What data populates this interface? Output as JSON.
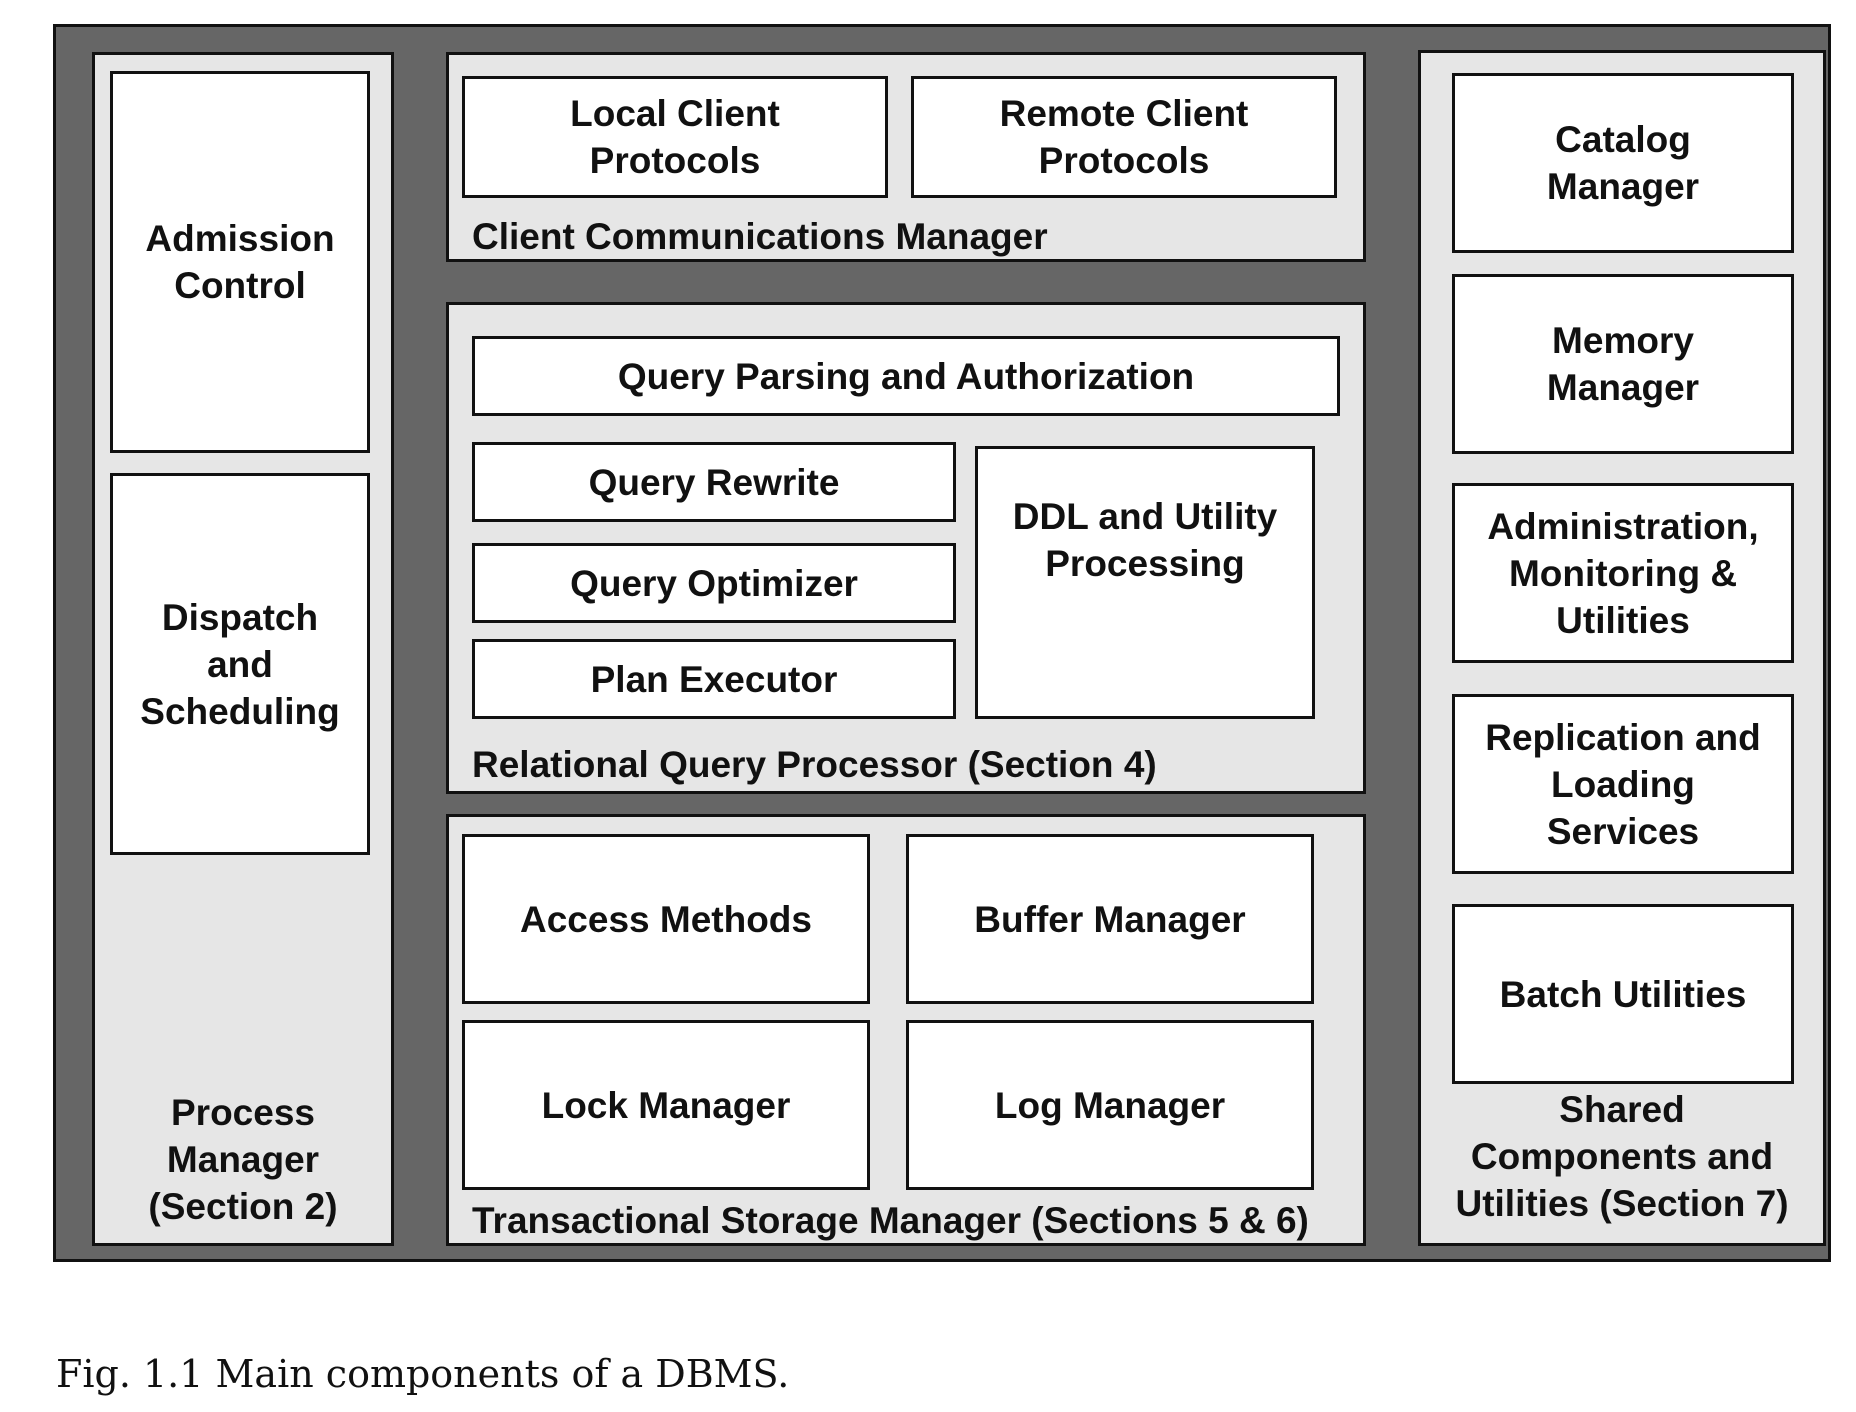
{
  "process_manager": {
    "label": "Process\nManager\n(Section 2)",
    "admission_control": "Admission\nControl",
    "dispatch_scheduling": "Dispatch\nand\nScheduling"
  },
  "client_comm": {
    "label": "Client Communications Manager",
    "local": "Local Client\nProtocols",
    "remote": "Remote Client\nProtocols"
  },
  "query_processor": {
    "label": "Relational Query Processor (Section 4)",
    "parsing": "Query Parsing and Authorization",
    "rewrite": "Query Rewrite",
    "optimizer": "Query Optimizer",
    "executor": "Plan Executor",
    "ddl": "DDL and Utility\nProcessing"
  },
  "storage_manager": {
    "label": "Transactional Storage Manager (Sections 5 & 6)",
    "access": "Access Methods",
    "buffer": "Buffer Manager",
    "lock": "Lock Manager",
    "log": "Log Manager"
  },
  "shared": {
    "label": "Shared\nComponents and\nUtilities (Section 7)",
    "catalog": "Catalog\nManager",
    "memory": "Memory\nManager",
    "admin": "Administration,\nMonitoring &\nUtilities",
    "replication": "Replication and\nLoading\nServices",
    "batch": "Batch Utilities"
  },
  "caption": "Fig. 1.1  Main components of a DBMS."
}
